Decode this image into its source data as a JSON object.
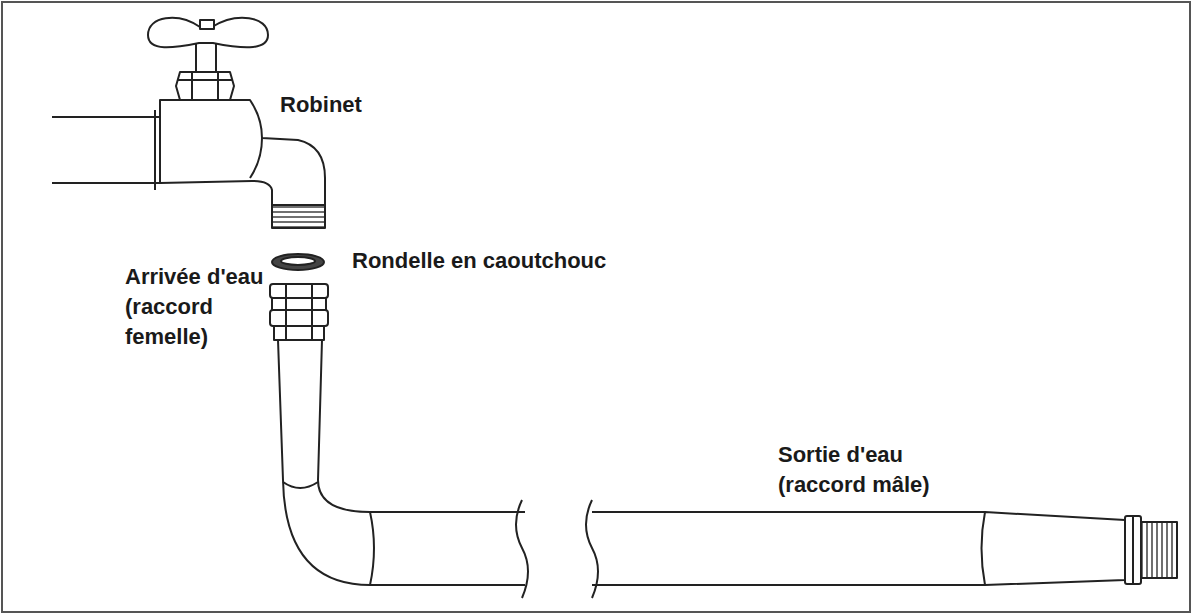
{
  "diagram": {
    "labels": [
      "Robinet",
      "Rondelle en caoutchouc",
      "Arrivée d'eau (raccord femelle)",
      "Sortie d'eau (raccord mâle)"
    ]
  }
}
